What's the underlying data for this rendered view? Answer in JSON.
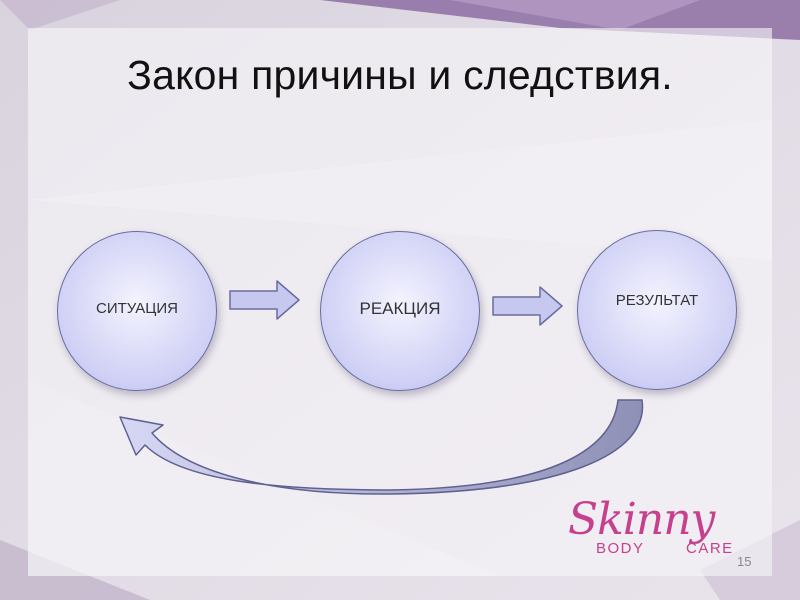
{
  "title": "Закон причины и следствия.",
  "nodes": [
    {
      "label": "СИТУАЦИЯ"
    },
    {
      "label": "РЕАКЦИЯ"
    },
    {
      "label": "РЕЗУЛЬТАТ"
    }
  ],
  "logo": {
    "script": "Skinny",
    "word1": "BODY",
    "word2": "CARE"
  },
  "page_number": "15",
  "colors": {
    "node_fill": "#cfd0f5",
    "node_border": "#6a6ca0",
    "arrow_fill": "#c6c8f0",
    "logo": "#c6408d"
  }
}
